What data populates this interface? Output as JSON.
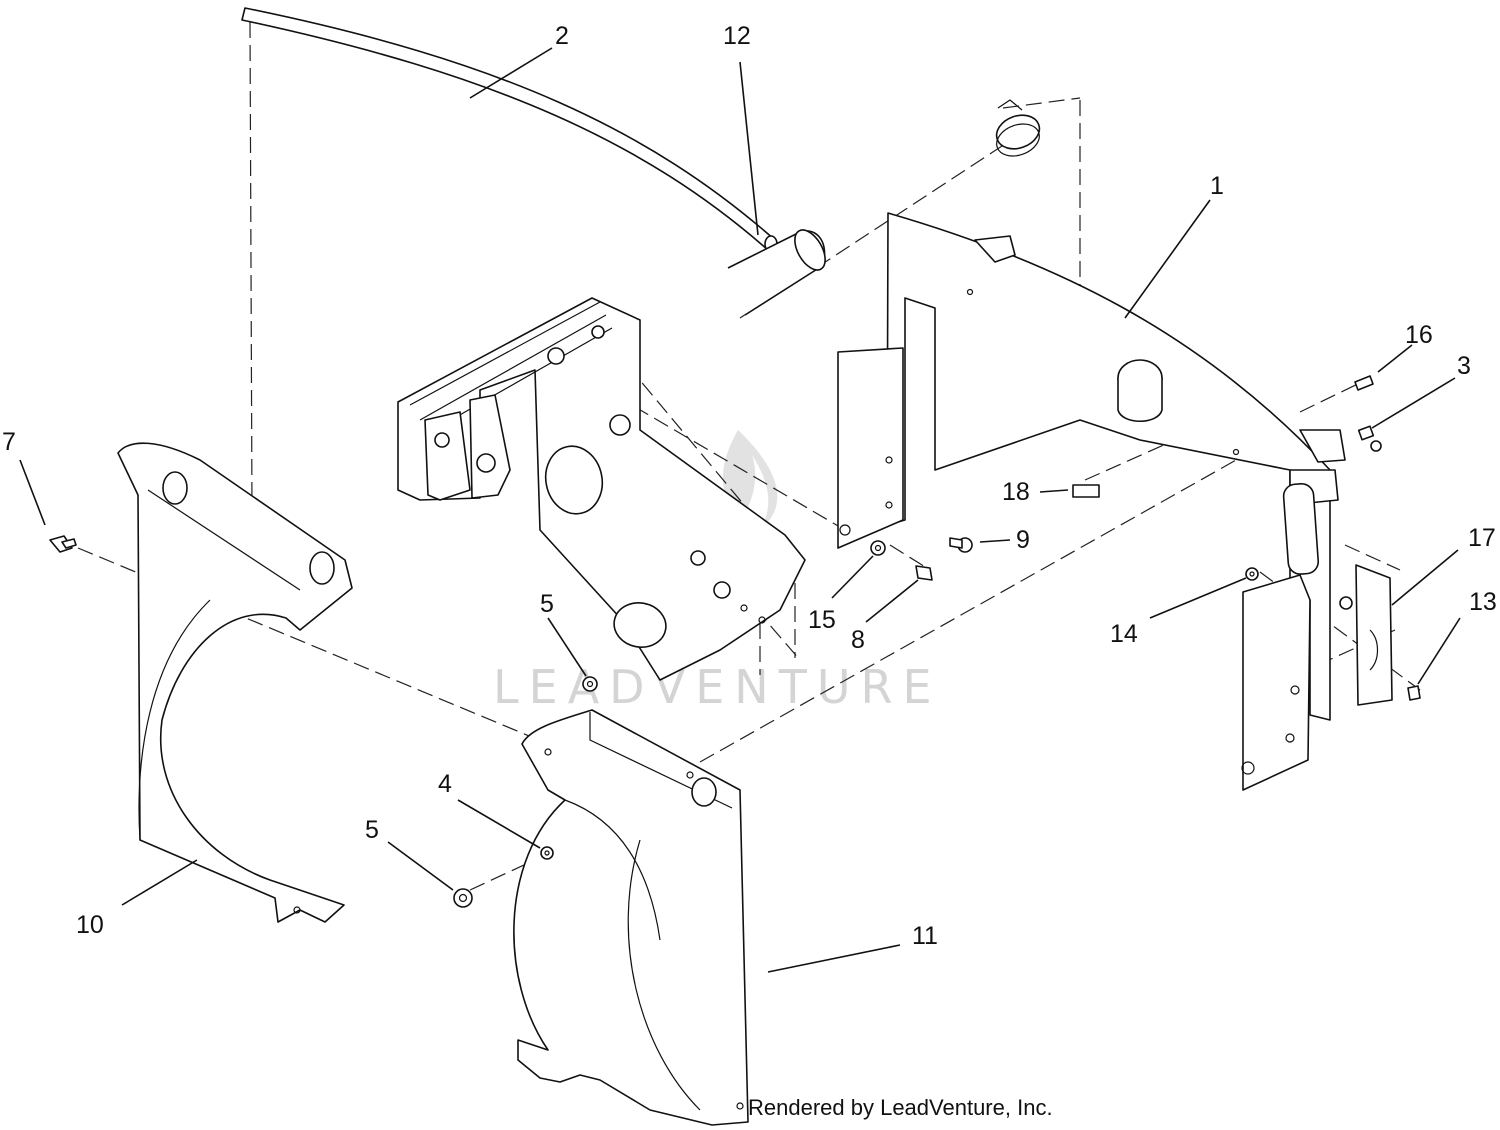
{
  "diagram": {
    "callouts": [
      "1",
      "2",
      "3",
      "4",
      "5",
      "5",
      "7",
      "8",
      "9",
      "10",
      "11",
      "12",
      "13",
      "14",
      "15",
      "16",
      "17",
      "18"
    ],
    "watermark": "LEADVENTURE",
    "credit": "Rendered by LeadVenture, Inc."
  }
}
